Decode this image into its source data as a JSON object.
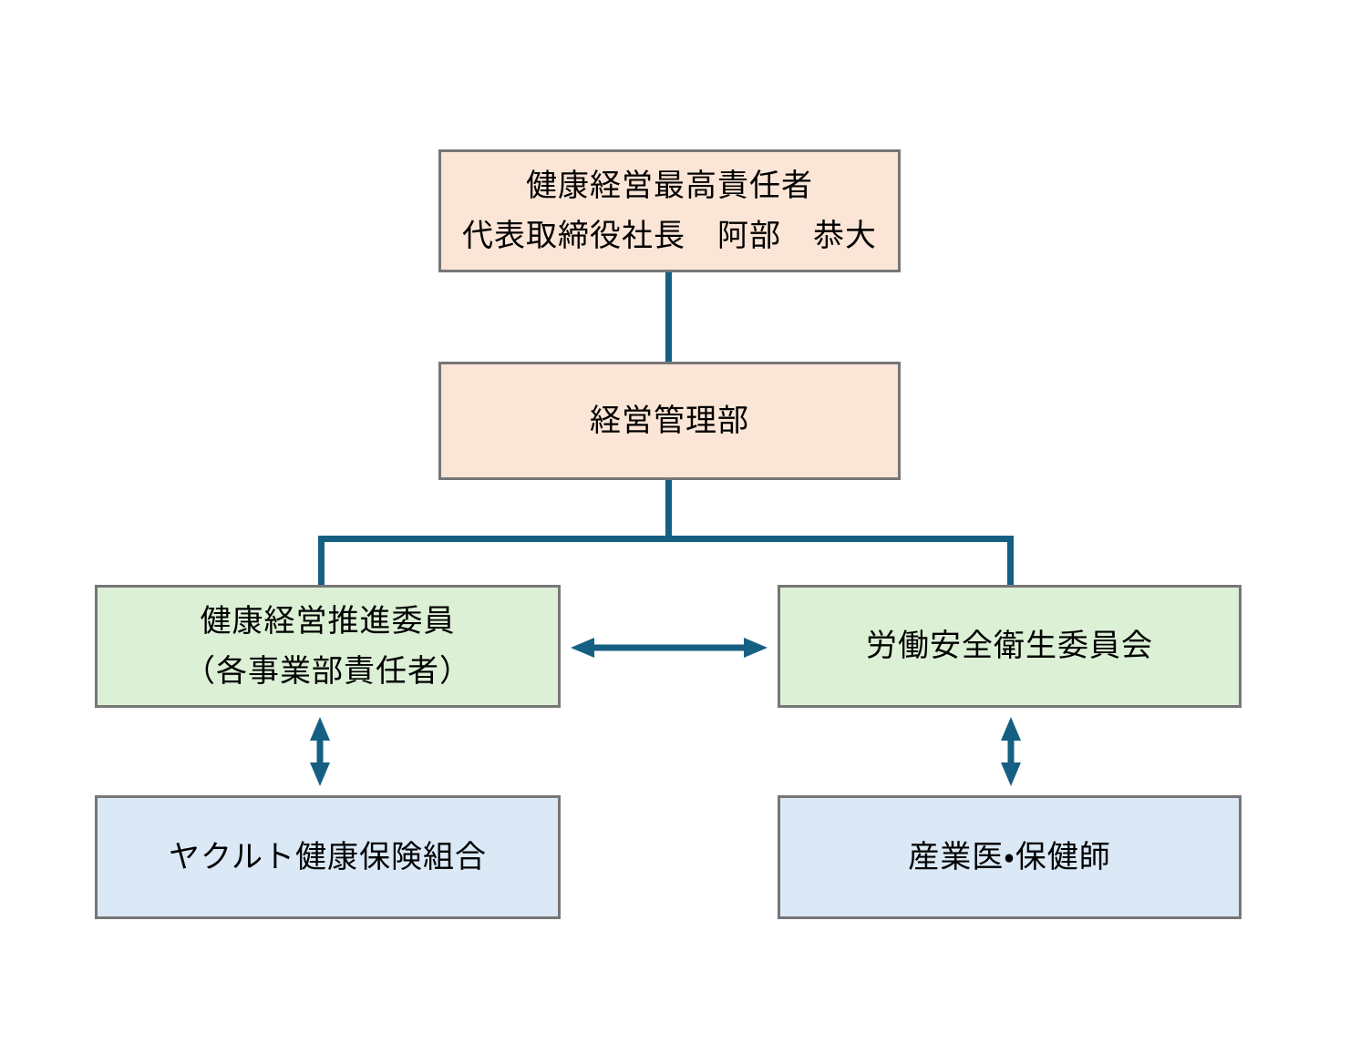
{
  "colors": {
    "background": "#FFFFFF",
    "peach-fill": "#FBE5D6",
    "green-fill": "#DCF0D6",
    "blue-fill": "#DBE8F6",
    "box-border": "#767676",
    "connector": "#156082",
    "text": "#000000"
  },
  "chart": {
    "type": "org-chart",
    "nodes": {
      "ceo": {
        "lines": [
          "健康経営最高責任者",
          "代表取締役社長　阿部　恭大"
        ],
        "fill": "peach"
      },
      "management": {
        "label": "経営管理部",
        "fill": "peach"
      },
      "promotion_committee": {
        "lines": [
          "健康経営推進委員",
          "（各事業部責任者）"
        ],
        "fill": "green"
      },
      "safety_committee": {
        "label": "労働安全衛生委員会",
        "fill": "green"
      },
      "health_insurance": {
        "label": "ヤクルト健康保険組合",
        "fill": "blue"
      },
      "occupational_health": {
        "label": "産業医・保健師",
        "fill": "blue"
      }
    },
    "edges": [
      {
        "from": "ceo",
        "to": "management",
        "style": "line"
      },
      {
        "from": "management",
        "to": "promotion_committee",
        "style": "line"
      },
      {
        "from": "management",
        "to": "safety_committee",
        "style": "line"
      },
      {
        "from": "promotion_committee",
        "to": "safety_committee",
        "style": "double-arrow"
      },
      {
        "from": "promotion_committee",
        "to": "health_insurance",
        "style": "double-arrow"
      },
      {
        "from": "safety_committee",
        "to": "occupational_health",
        "style": "double-arrow"
      }
    ]
  }
}
